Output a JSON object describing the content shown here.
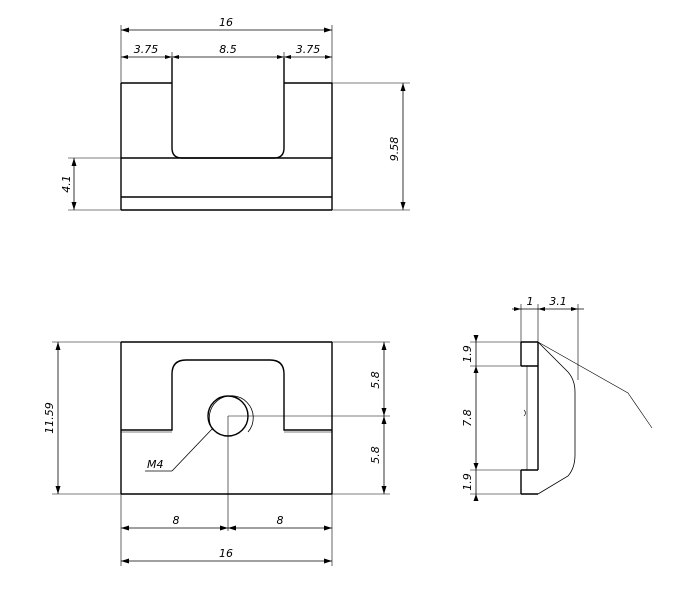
{
  "drawing": {
    "top_view": {
      "overall_width": "16",
      "left_step": "3.75",
      "slot_width": "8.5",
      "right_step": "3.75",
      "height": "9.58",
      "base_height": "4.1"
    },
    "front_view": {
      "overall_height": "11.59",
      "upper_half": "5.8",
      "lower_half": "5.8",
      "thread": "M4",
      "left_to_center": "8",
      "center_to_right": "8",
      "overall_width": "16"
    },
    "side_view": {
      "top_offset": "1",
      "top_width": "3.1",
      "top_lip": "1.9",
      "middle": "7.8",
      "bottom_lip": "1.9"
    }
  }
}
